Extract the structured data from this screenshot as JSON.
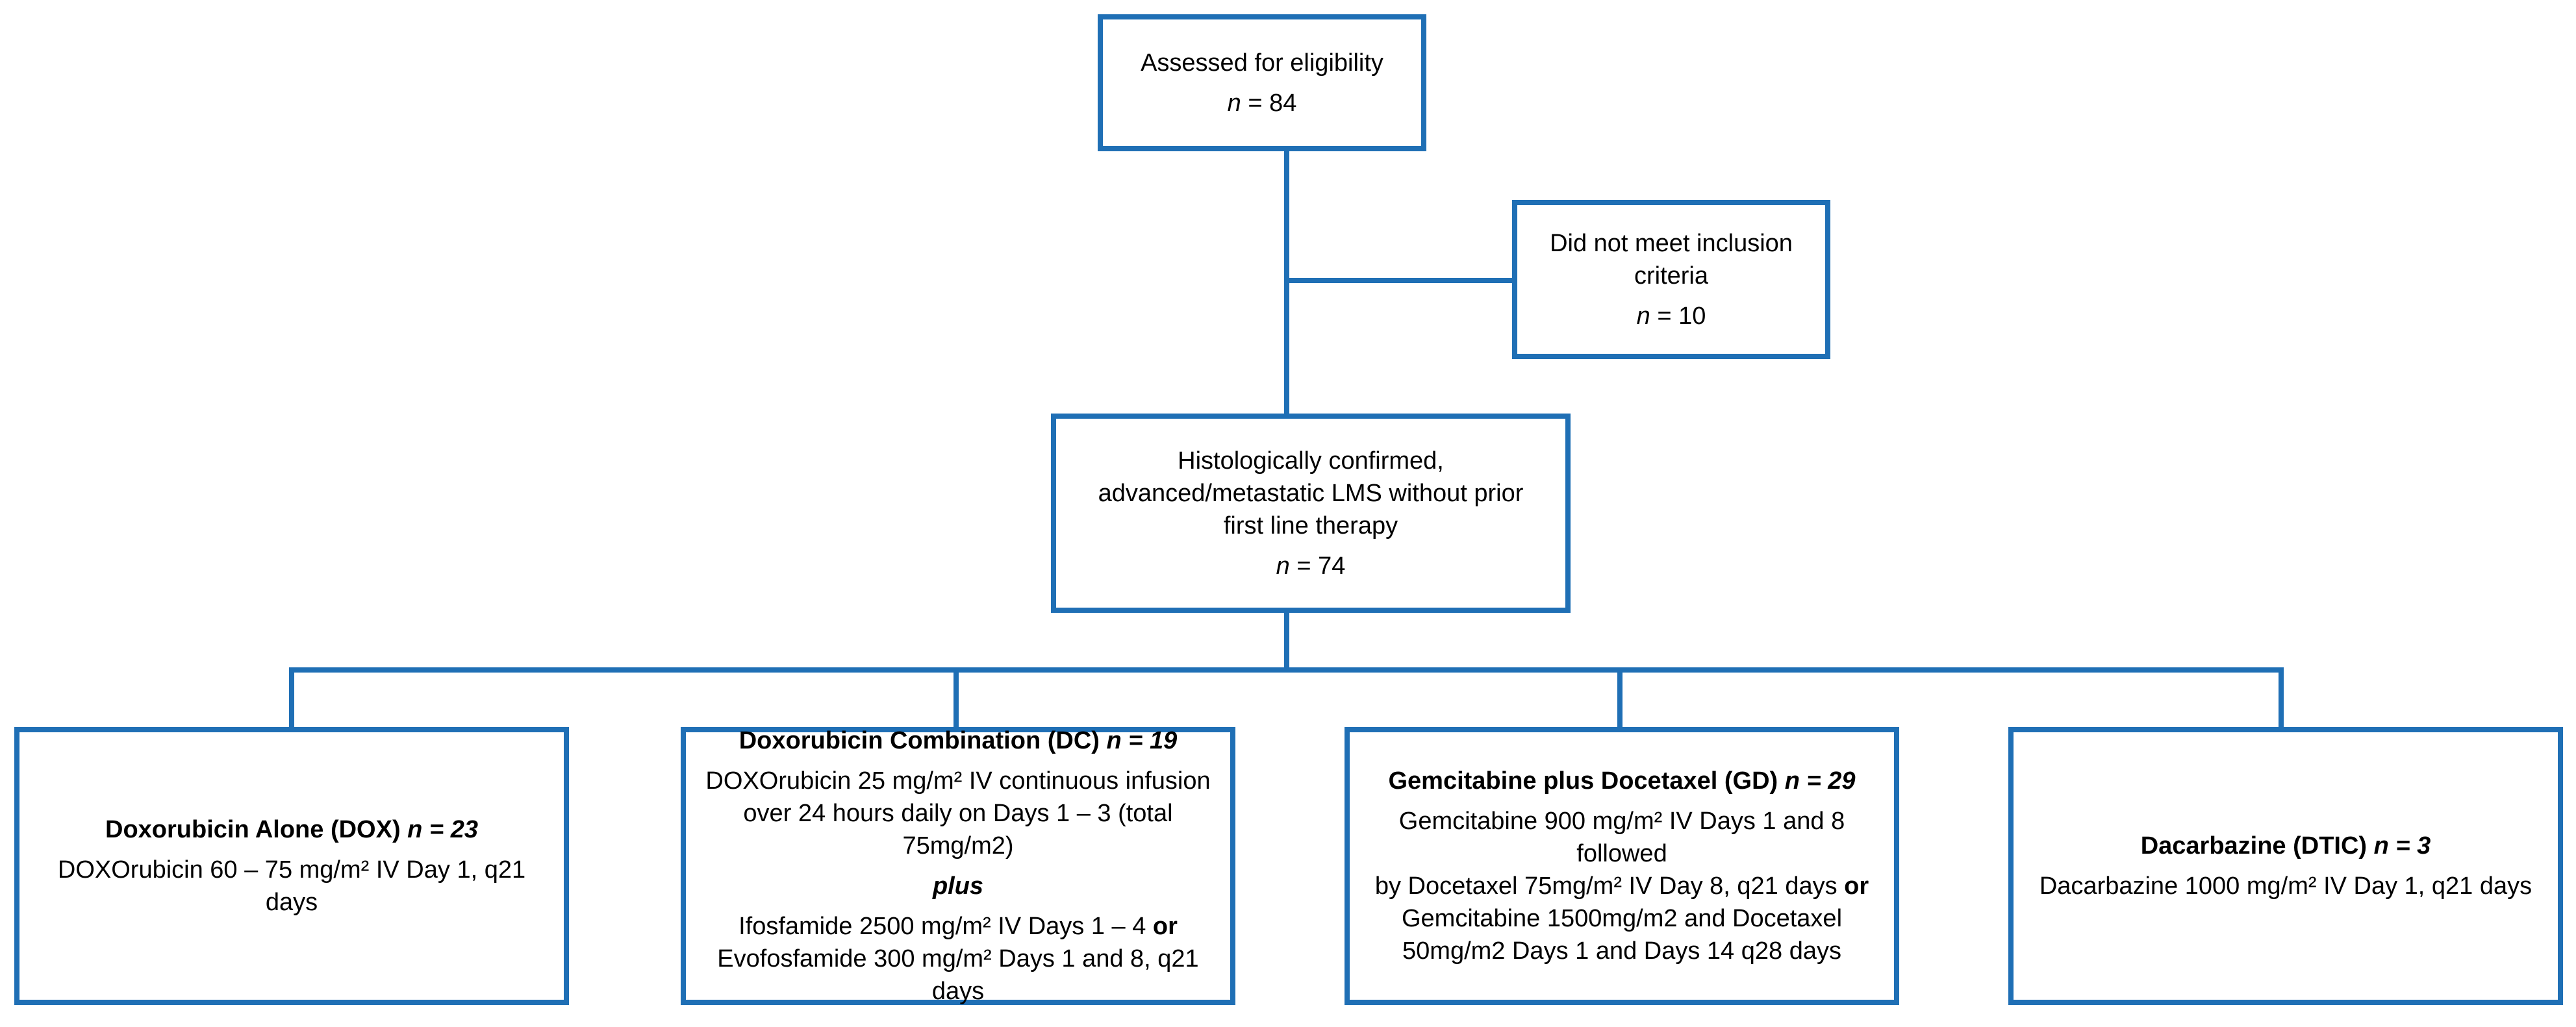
{
  "accent_color": "#1f6fb5",
  "assessed": {
    "label": "Assessed for eligibility",
    "n_prefix": "n",
    "n_value": " = 84"
  },
  "excluded": {
    "line1": "Did not meet inclusion",
    "line2": "criteria",
    "n_prefix": "n",
    "n_value": " = 10"
  },
  "histology": {
    "line1": "Histologically confirmed,",
    "line2": "advanced/metastatic LMS without prior",
    "line3": "first line therapy",
    "n_prefix": "n",
    "n_value": " = 74"
  },
  "dox": {
    "title": "Doxorubicin Alone  (DOX) ",
    "n_label": "n = 23",
    "line1": "DOXOrubicin 60 – 75 mg/m² IV Day 1, q21 days"
  },
  "dc": {
    "title": "Doxorubicin Combination (DC) ",
    "n_label": "n = 19",
    "line1": "DOXOrubicin 25 mg/m² IV continuous infusion",
    "line2": "over 24 hours daily on Days 1 – 3 (total",
    "line3": "75mg/m2)",
    "plus": "plus",
    "line4a": "Ifosfamide 2500 mg/m² IV Days 1 – 4 ",
    "line4_or": "or",
    "line5": "Evofosfamide 300 mg/m² Days 1 and 8, q21 days"
  },
  "gd": {
    "title": "Gemcitabine plus Docetaxel (GD) ",
    "n_label": "n = 29",
    "line1": "Gemcitabine 900 mg/m² IV Days 1 and 8 followed",
    "line2a": "by Docetaxel 75mg/m² IV Day 8, q21 days ",
    "line2_or": "or",
    "line3": "Gemcitabine 1500mg/m2 and Docetaxel",
    "line4": "50mg/m2 Days 1 and Days 14 q28 days"
  },
  "dtic": {
    "title": "Dacarbazine (DTIC) ",
    "n_label": "n = 3",
    "line1": "Dacarbazine 1000 mg/m² IV Day 1, q21 days"
  }
}
